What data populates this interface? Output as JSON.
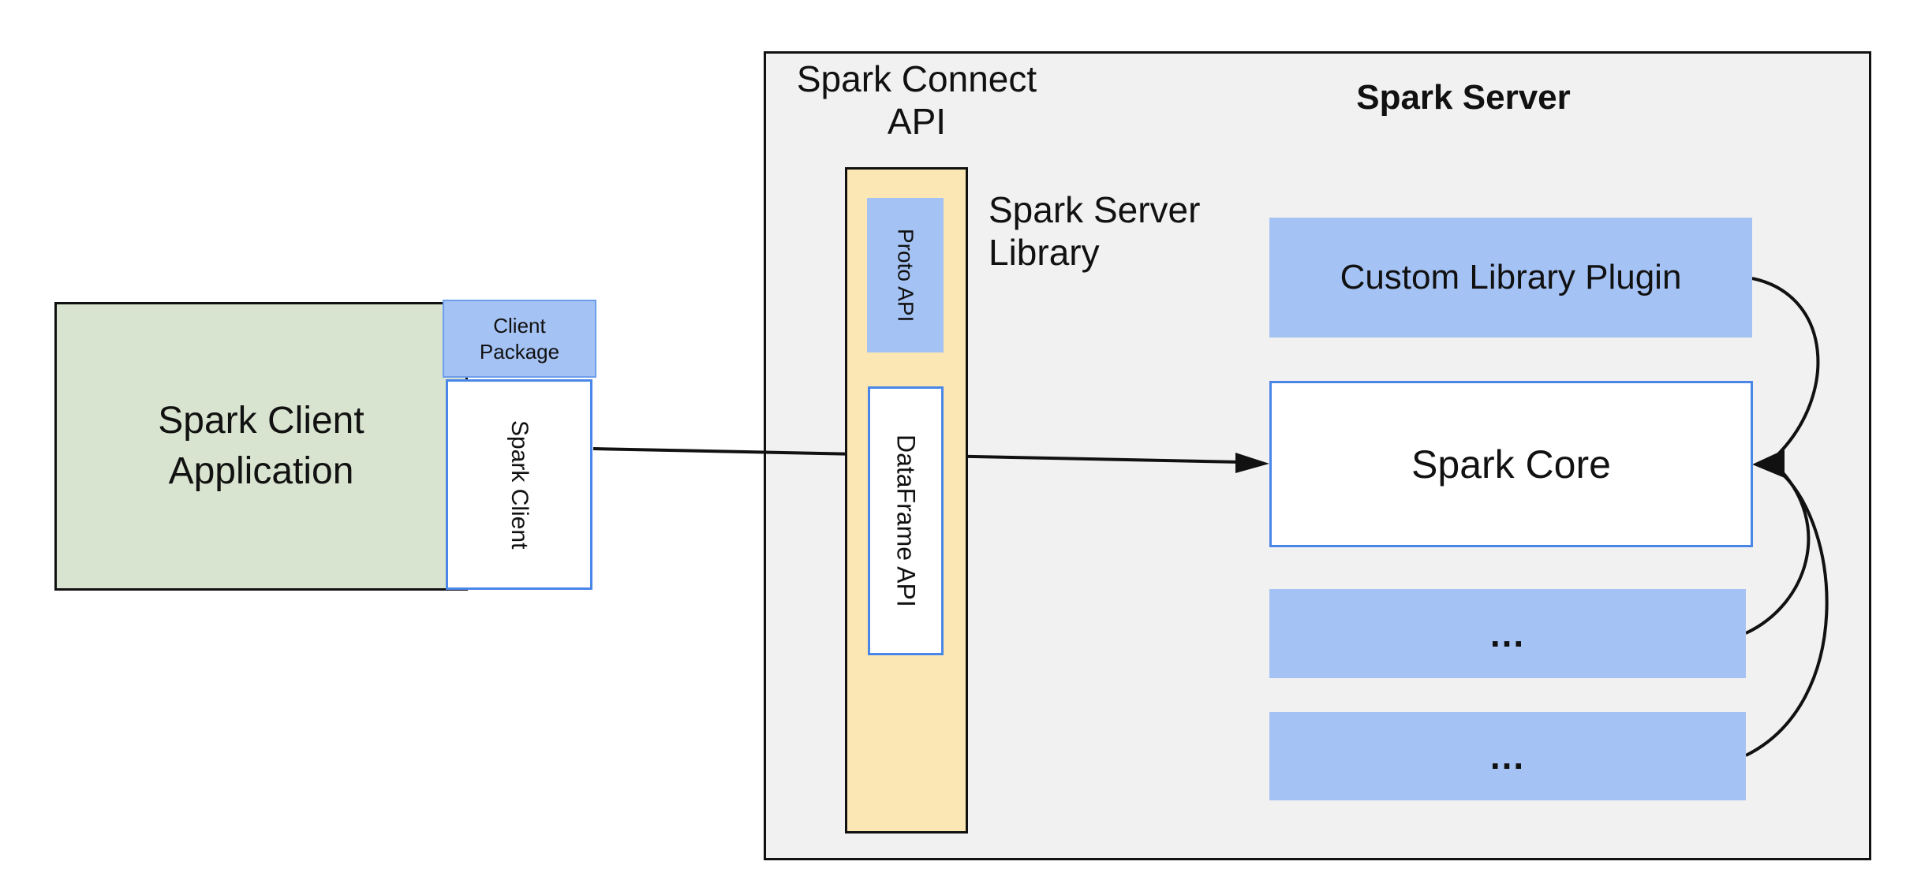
{
  "colors": {
    "green_fill": "#d8e4cf",
    "blue_fill": "#a4c2f4",
    "blue_border": "#4a86e8",
    "soft_blue_border": "#6d9eeb",
    "yellow_fill": "#fbe7b4",
    "gray_fill": "#f1f1f1",
    "line_black": "#111111"
  },
  "client": {
    "app_label": "Spark Client\nApplication",
    "package_label": "Client\nPackage",
    "spark_client_label": "Spark Client"
  },
  "connect": {
    "api_label": "Spark Connect\nAPI",
    "proto_label": "Proto API",
    "dataframe_label": "DataFrame API",
    "server_library_label": "Spark Server\nLibrary"
  },
  "server": {
    "title": "Spark Server",
    "plugin_label": "Custom Library Plugin",
    "core_label": "Spark Core",
    "slot1_label": "...",
    "slot2_label": "..."
  }
}
